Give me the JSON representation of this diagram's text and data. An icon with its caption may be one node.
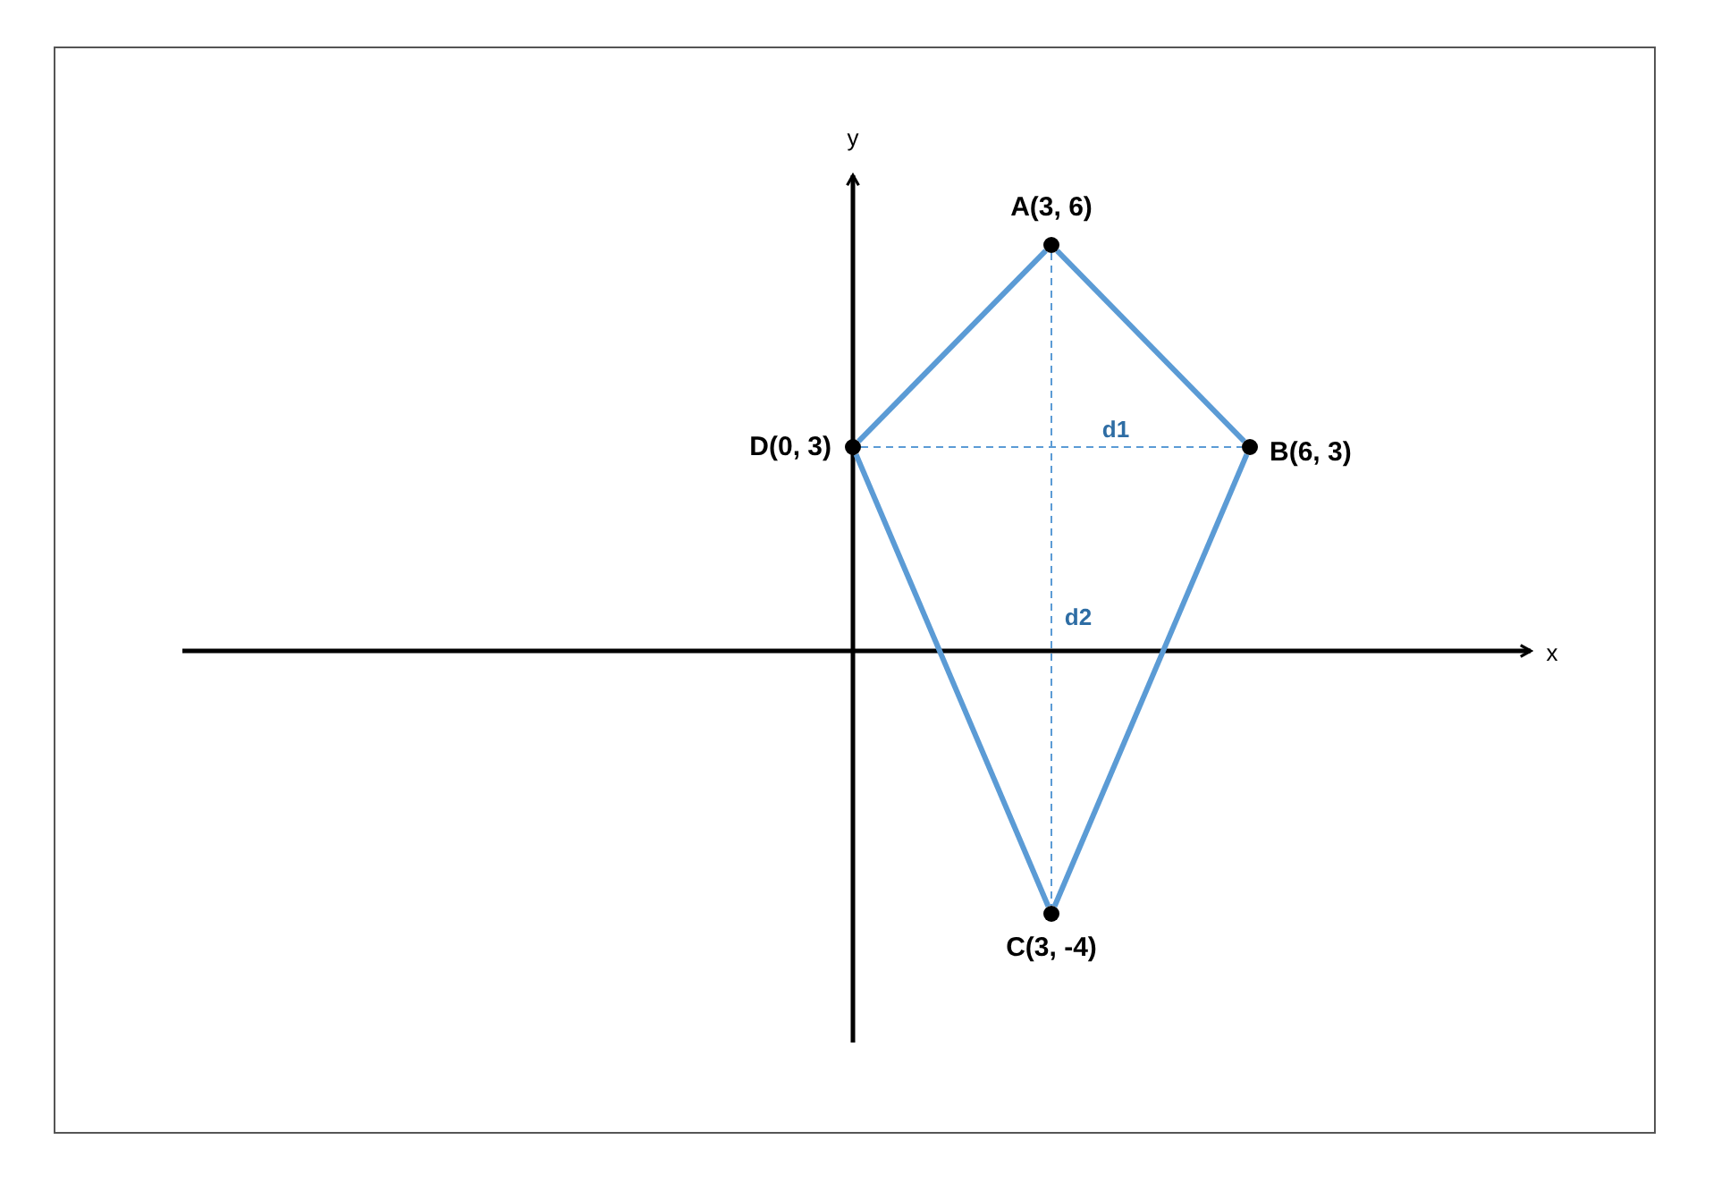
{
  "diagram": {
    "nodes": [
      {
        "text": [],
        "shape": "circle",
        "beside": [
          "A(3, 6)"
        ]
      },
      {
        "text": [],
        "shape": "circle",
        "beside": [
          "B(6, 3)"
        ]
      },
      {
        "text": [],
        "shape": "circle",
        "beside": [
          "C(3, -4)"
        ]
      },
      {
        "text": [],
        "shape": "circle",
        "beside": [
          "D(0, 3)"
        ]
      }
    ],
    "edges": [
      {
        "from": 3,
        "to": 0,
        "arrow": "none"
      },
      {
        "from": 0,
        "to": 1,
        "arrow": "none"
      },
      {
        "from": 1,
        "to": 2,
        "arrow": "none"
      },
      {
        "from": 2,
        "to": 3,
        "arrow": "none"
      },
      {
        "from": 3,
        "to": 1,
        "arrow": "none",
        "style": "dashed",
        "label": "d1"
      },
      {
        "from": 0,
        "to": 2,
        "arrow": "none",
        "style": "dashed",
        "label": "d2"
      }
    ],
    "labels": [
      "y",
      "x"
    ]
  }
}
